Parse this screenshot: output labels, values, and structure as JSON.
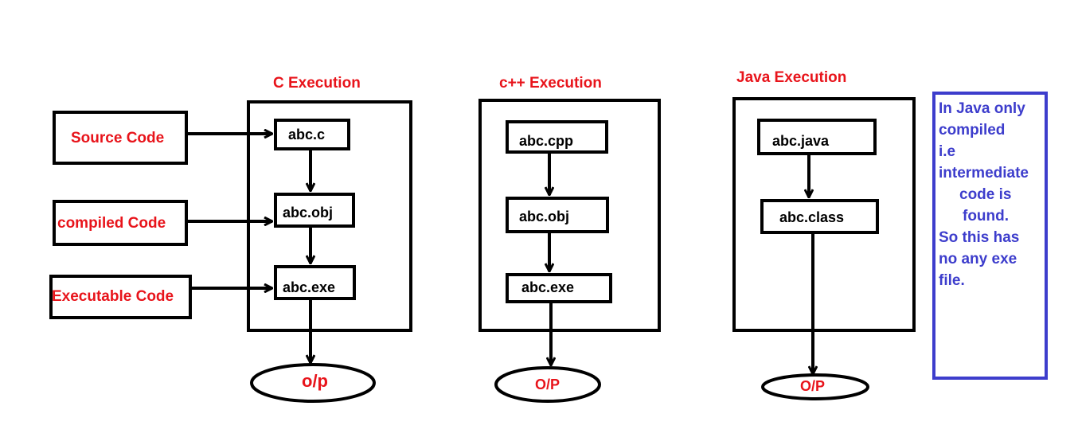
{
  "titles": {
    "c": "C Execution",
    "cpp": "c++ Execution",
    "java": "Java Execution"
  },
  "legend": {
    "source": "Source Code",
    "compiled": "compiled Code",
    "executable": "Executable Code"
  },
  "c_flow": {
    "source_file": "abc.c",
    "object_file": "abc.obj",
    "exe_file": "abc.exe",
    "output": "o/p"
  },
  "cpp_flow": {
    "source_file": "abc.cpp",
    "object_file": "abc.obj",
    "exe_file": "abc.exe",
    "output": "O/P"
  },
  "java_flow": {
    "source_file": "abc.java",
    "class_file": "abc.class",
    "output": "O/P"
  },
  "note": {
    "lines": [
      "In Java only",
      "compiled",
      "i.e",
      "intermediate",
      "code is",
      "found.",
      "So this has",
      "no any exe",
      "file."
    ]
  },
  "colors": {
    "title_red": "#e8141b",
    "note_blue": "#3d3dcc",
    "stroke": "#000000"
  }
}
